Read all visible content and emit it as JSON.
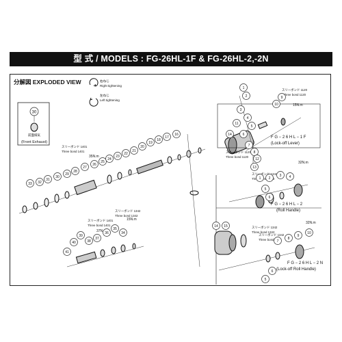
{
  "header": {
    "title": "型 式 / MODELS : FG-26HL-1F & FG-26HL-2,-2N"
  },
  "diagram": {
    "heading": "分解図  EXPLODED VIEW",
    "legend": {
      "right_jp": "右ねじ",
      "right_en": "Right tightening",
      "left_jp": "左ねじ",
      "left_en": "Left tightening"
    },
    "front_exhaust": {
      "number": "30",
      "label_jp": "前面排気",
      "label_en": "(Front Exhaust)"
    },
    "models": {
      "lever": {
        "name": "F G − 2 6 H L − 1 F",
        "sub": "(Lock-off Lever)"
      },
      "roll": {
        "name": "F G − 2 6 H L − 2",
        "sub": "(Roll Handle)"
      },
      "lockoff_roll": {
        "name": "F G − 2 6 H L − 2 N",
        "sub": "(Lock-off Roll Handle)"
      }
    },
    "threebond_notes": [
      {
        "jp": "スリーボンド 1120",
        "en": "Three bond 1120"
      },
      {
        "jp": "スリーボンド 1120",
        "en": "Three bond 1120"
      },
      {
        "jp": "スリーボンド 1401",
        "en": "Three bond 1401"
      },
      {
        "jp": "スリーボンド 1342",
        "en": "Three bond 1342"
      },
      {
        "jp": "スリーボンド 1401",
        "en": "Three bond 1401"
      },
      {
        "jp": "スリーボンド 1342",
        "en": "Three bond 1342"
      },
      {
        "jp": "スリーボンド 1342",
        "en": "Three bond 1342"
      },
      {
        "jp": "スリーボンド 1342",
        "en": "Three bond 1342"
      }
    ],
    "torques": [
      "15N.m",
      "35N.m",
      "32N.m",
      "32N.m",
      "37N.m",
      "15N.m"
    ],
    "part_numbers": {
      "top_left_assembly": [
        "33",
        "32",
        "31",
        "30",
        "29",
        "28",
        "27",
        "26",
        "25",
        "24",
        "23",
        "22",
        "21",
        "20",
        "19",
        "18",
        "17",
        "16"
      ],
      "lever_group": [
        "1",
        "2",
        "3",
        "4",
        "5",
        "6",
        "7",
        "8",
        "9",
        "10",
        "11",
        "12",
        "13",
        "14"
      ],
      "bottom_group": [
        "41",
        "40",
        "39",
        "38",
        "37",
        "36",
        "35",
        "34"
      ],
      "middle_group": [
        "14",
        "15",
        "5",
        "6",
        "1",
        "2",
        "3",
        "4",
        "5",
        "6",
        "7",
        "8",
        "9",
        "10"
      ]
    }
  }
}
